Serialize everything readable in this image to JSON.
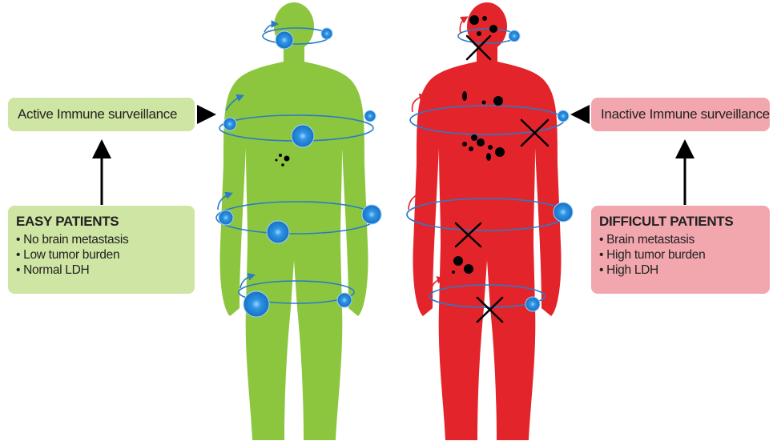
{
  "left_panel": {
    "surveillance_label": "Active Immune surveillance",
    "patients_title": "EASY PATIENTS",
    "criteria": [
      "No brain metastasis",
      "Low tumor burden",
      "Normal LDH"
    ]
  },
  "right_panel": {
    "surveillance_label": "Inactive Immune surveillance",
    "patients_title": "DIFFICULT PATIENTS",
    "criteria": [
      "Brain metastasis",
      "High tumor burden",
      "High LDH"
    ]
  },
  "bullet_symbol": "•",
  "colors": {
    "easy_body": "#8cc63f",
    "difficult_body": "#e3242b",
    "immune_cell": "#1f88d8",
    "orbit": "#2a7bc8",
    "easy_box": "#cfe5a3",
    "difficult_box": "#f2a7ae",
    "tumor": "#000000"
  }
}
